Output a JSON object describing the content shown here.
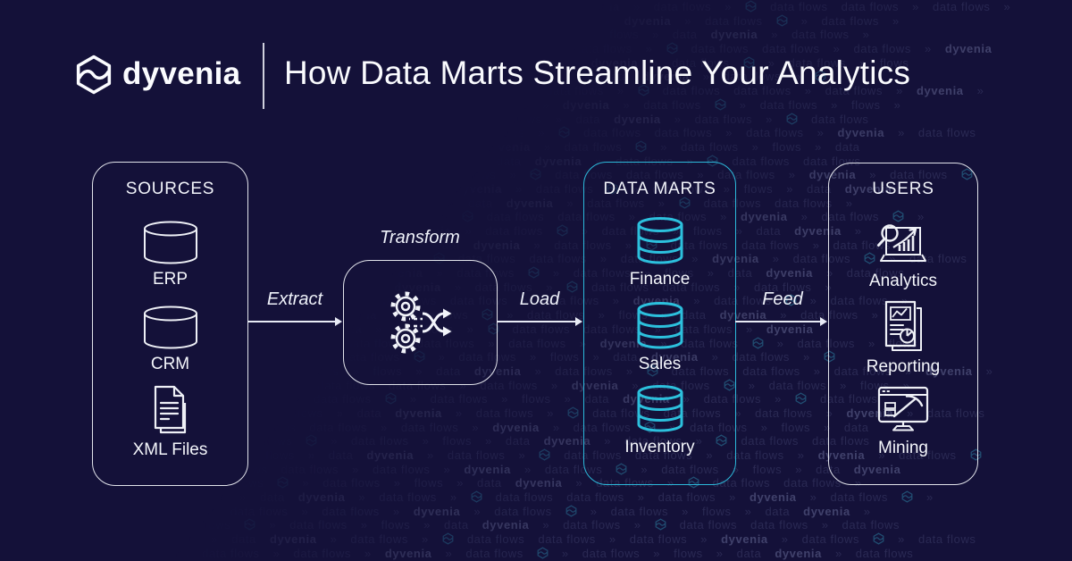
{
  "colors": {
    "background": "#141139",
    "accent_cyan": "#2cc0dd",
    "box_border": "#f2f4fa",
    "text": "#f4f6fb",
    "watermark_text": "#2b2f5e"
  },
  "brand": {
    "name": "dyvenia",
    "logo_icon": "hexagon-wave-icon"
  },
  "header": {
    "title": "How Data Marts Streamline Your Analytics"
  },
  "diagram": {
    "sources": {
      "title": "SOURCES",
      "items": [
        {
          "label": "ERP",
          "icon": "database-cylinder-icon"
        },
        {
          "label": "CRM",
          "icon": "database-cylinder-icon"
        },
        {
          "label": "XML Files",
          "icon": "documents-icon"
        }
      ]
    },
    "transform_step": {
      "label": "Transform",
      "icon": "gears-shuffle-icon"
    },
    "data_marts": {
      "title": "DATA MARTS",
      "items": [
        {
          "label": "Finance",
          "icon": "database-stack-icon"
        },
        {
          "label": "Sales",
          "icon": "database-stack-icon"
        },
        {
          "label": "Inventory",
          "icon": "database-stack-icon"
        }
      ]
    },
    "users": {
      "title": "USERS",
      "items": [
        {
          "label": "Analytics",
          "icon": "chart-magnifier-icon"
        },
        {
          "label": "Reporting",
          "icon": "report-document-icon"
        },
        {
          "label": "Mining",
          "icon": "monitor-pickaxe-icon"
        }
      ]
    },
    "flow_labels": {
      "extract": "Extract",
      "load": "Load",
      "feed": "Feed"
    }
  },
  "watermark": {
    "rows": 40,
    "tokens": [
      "data flows",
      "»",
      "data flows",
      "»",
      "dyvenia",
      "»",
      "data flows",
      "hex",
      "»",
      "data flows",
      "»",
      "flows",
      "»",
      "data",
      "dyvenia",
      "»",
      "data flows",
      "»",
      "hex",
      "data flows"
    ]
  }
}
